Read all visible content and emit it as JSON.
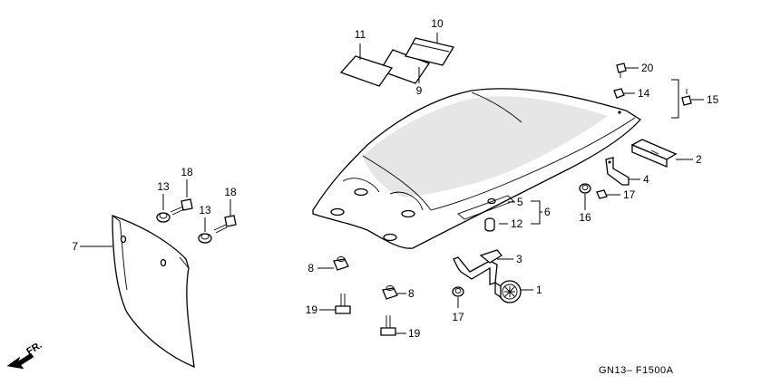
{
  "callouts": {
    "p1": "1",
    "p2": "2",
    "p3": "3",
    "p4": "4",
    "p5": "5",
    "p6": "6",
    "p7": "7",
    "p8a": "8",
    "p8b": "8",
    "p9": "9",
    "p10": "10",
    "p11": "11",
    "p12": "12",
    "p13a": "13",
    "p13b": "13",
    "p14": "14",
    "p15": "15",
    "p16": "16",
    "p17a": "17",
    "p17b": "17",
    "p18a": "18",
    "p18b": "18",
    "p19a": "19",
    "p19b": "19",
    "p20": "20"
  },
  "direction_label": "FR.",
  "diagram_code": "GN13– F1500A"
}
